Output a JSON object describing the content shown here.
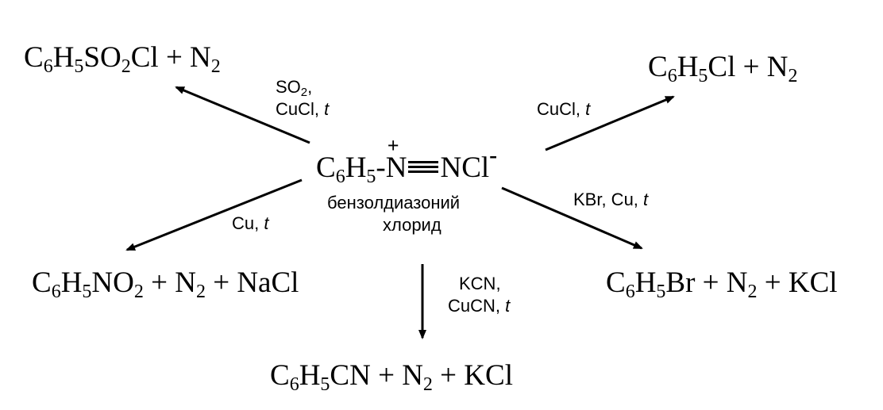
{
  "center": {
    "c": "C",
    "sub_c": "6",
    "h": "H",
    "sub_h": "5",
    "dash": "-",
    "n1": "N",
    "plus": "+",
    "n2": "NCl",
    "minus": "-",
    "name_line1": "бензолдиазоний",
    "name_line2": "хлорид"
  },
  "products": {
    "top_left": {
      "parts": [
        "C",
        "6",
        "H",
        "5",
        "SO",
        "2",
        "Cl + N",
        "2"
      ]
    },
    "top_right": {
      "parts": [
        "C",
        "6",
        "H",
        "5",
        "Cl + N",
        "2"
      ]
    },
    "middle_left": {
      "parts": [
        "C",
        "6",
        "H",
        "5",
        "NO",
        "2",
        " + N",
        "2",
        " + NaCl"
      ]
    },
    "middle_right": {
      "parts": [
        "C",
        "6",
        "H",
        "5",
        "Br + N",
        "2",
        " + KCl"
      ]
    },
    "bottom": {
      "parts": [
        "C",
        "6",
        "H",
        "5",
        "CN + N",
        "2",
        " + KCl"
      ]
    }
  },
  "conditions": {
    "top_left": {
      "line1_a": "SO",
      "line1_sub": "2",
      "line1_b": ",",
      "line2_a": "CuCl, ",
      "line2_t": "t"
    },
    "top_right": {
      "a": "CuCl, ",
      "t": "t"
    },
    "middle_left": {
      "a": "Cu, ",
      "t": "t"
    },
    "middle_right": {
      "a": "KBr, Cu, ",
      "t": "t"
    },
    "bottom": {
      "line1": "KCN,",
      "line2_a": "CuCN, ",
      "line2_t": "t"
    }
  }
}
